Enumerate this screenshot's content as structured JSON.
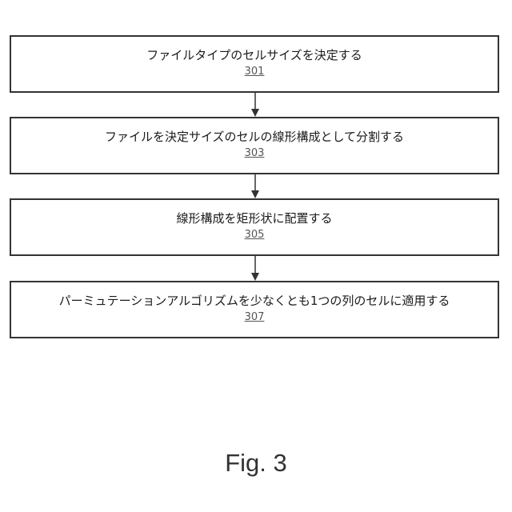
{
  "steps": [
    {
      "text": "ファイルタイプのセルサイズを決定する",
      "ref": "301"
    },
    {
      "text": "ファイルを決定サイズのセルの線形構成として分割する",
      "ref": "303"
    },
    {
      "text": "線形構成を矩形状に配置する",
      "ref": "305"
    },
    {
      "text": "パーミュテーションアルゴリズムを少なくとも1つの列のセルに適用する",
      "ref": "307"
    }
  ],
  "caption": "Fig. 3",
  "colors": {
    "box_border": "#333333",
    "text": "#1a1a1a",
    "ref_text": "#555555",
    "arrow": "#333333"
  }
}
